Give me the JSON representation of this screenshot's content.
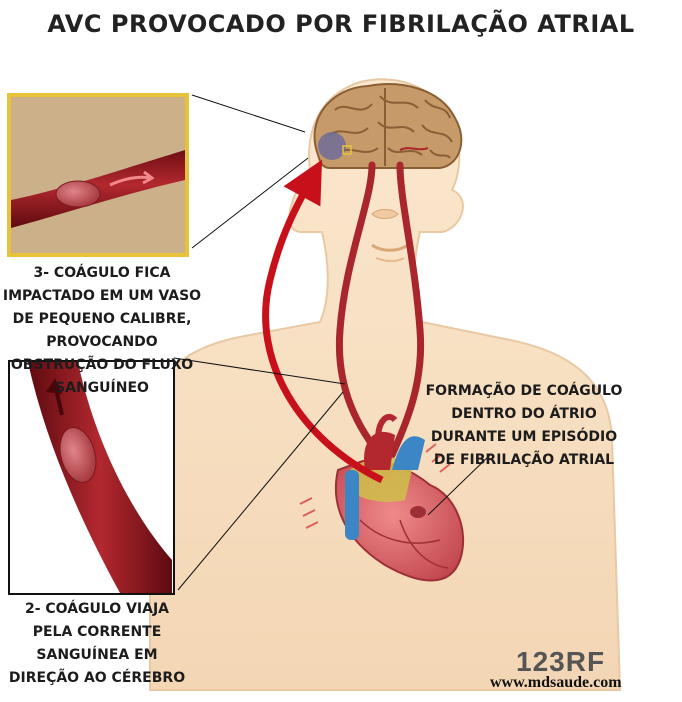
{
  "title": "AVC PROVOCADO POR FIBRILAÇÃO ATRIAL",
  "captions": {
    "step3": "3- COÁGULO FICA IMPACTADO EM UM VASO DE PEQUENO CALIBRE, PROVOCANDO OBSTRUÇÃO DO FLUXO SANGUÍNEO",
    "step2": "2- COÁGULO VIAJA PELA CORRENTE SANGUÍNEA EM DIREÇÃO AO CÉREBRO",
    "formation": "FORMAÇÃO DE COÁGULO DENTRO DO ÁTRIO DURANTE UM EPISÓDIO DE FIBRILAÇÃO ATRIAL"
  },
  "watermark": {
    "logo": "123RF",
    "url": "www.mdsaude.com"
  },
  "colors": {
    "skin": "#f7e1c4",
    "artery": "#a8262c",
    "clot": "#c6535a",
    "brain": "#c79a6a",
    "arrow": "#c8101a",
    "vein_blue": "#3d86c6",
    "inset_frame_gold": "#e8c33a"
  }
}
